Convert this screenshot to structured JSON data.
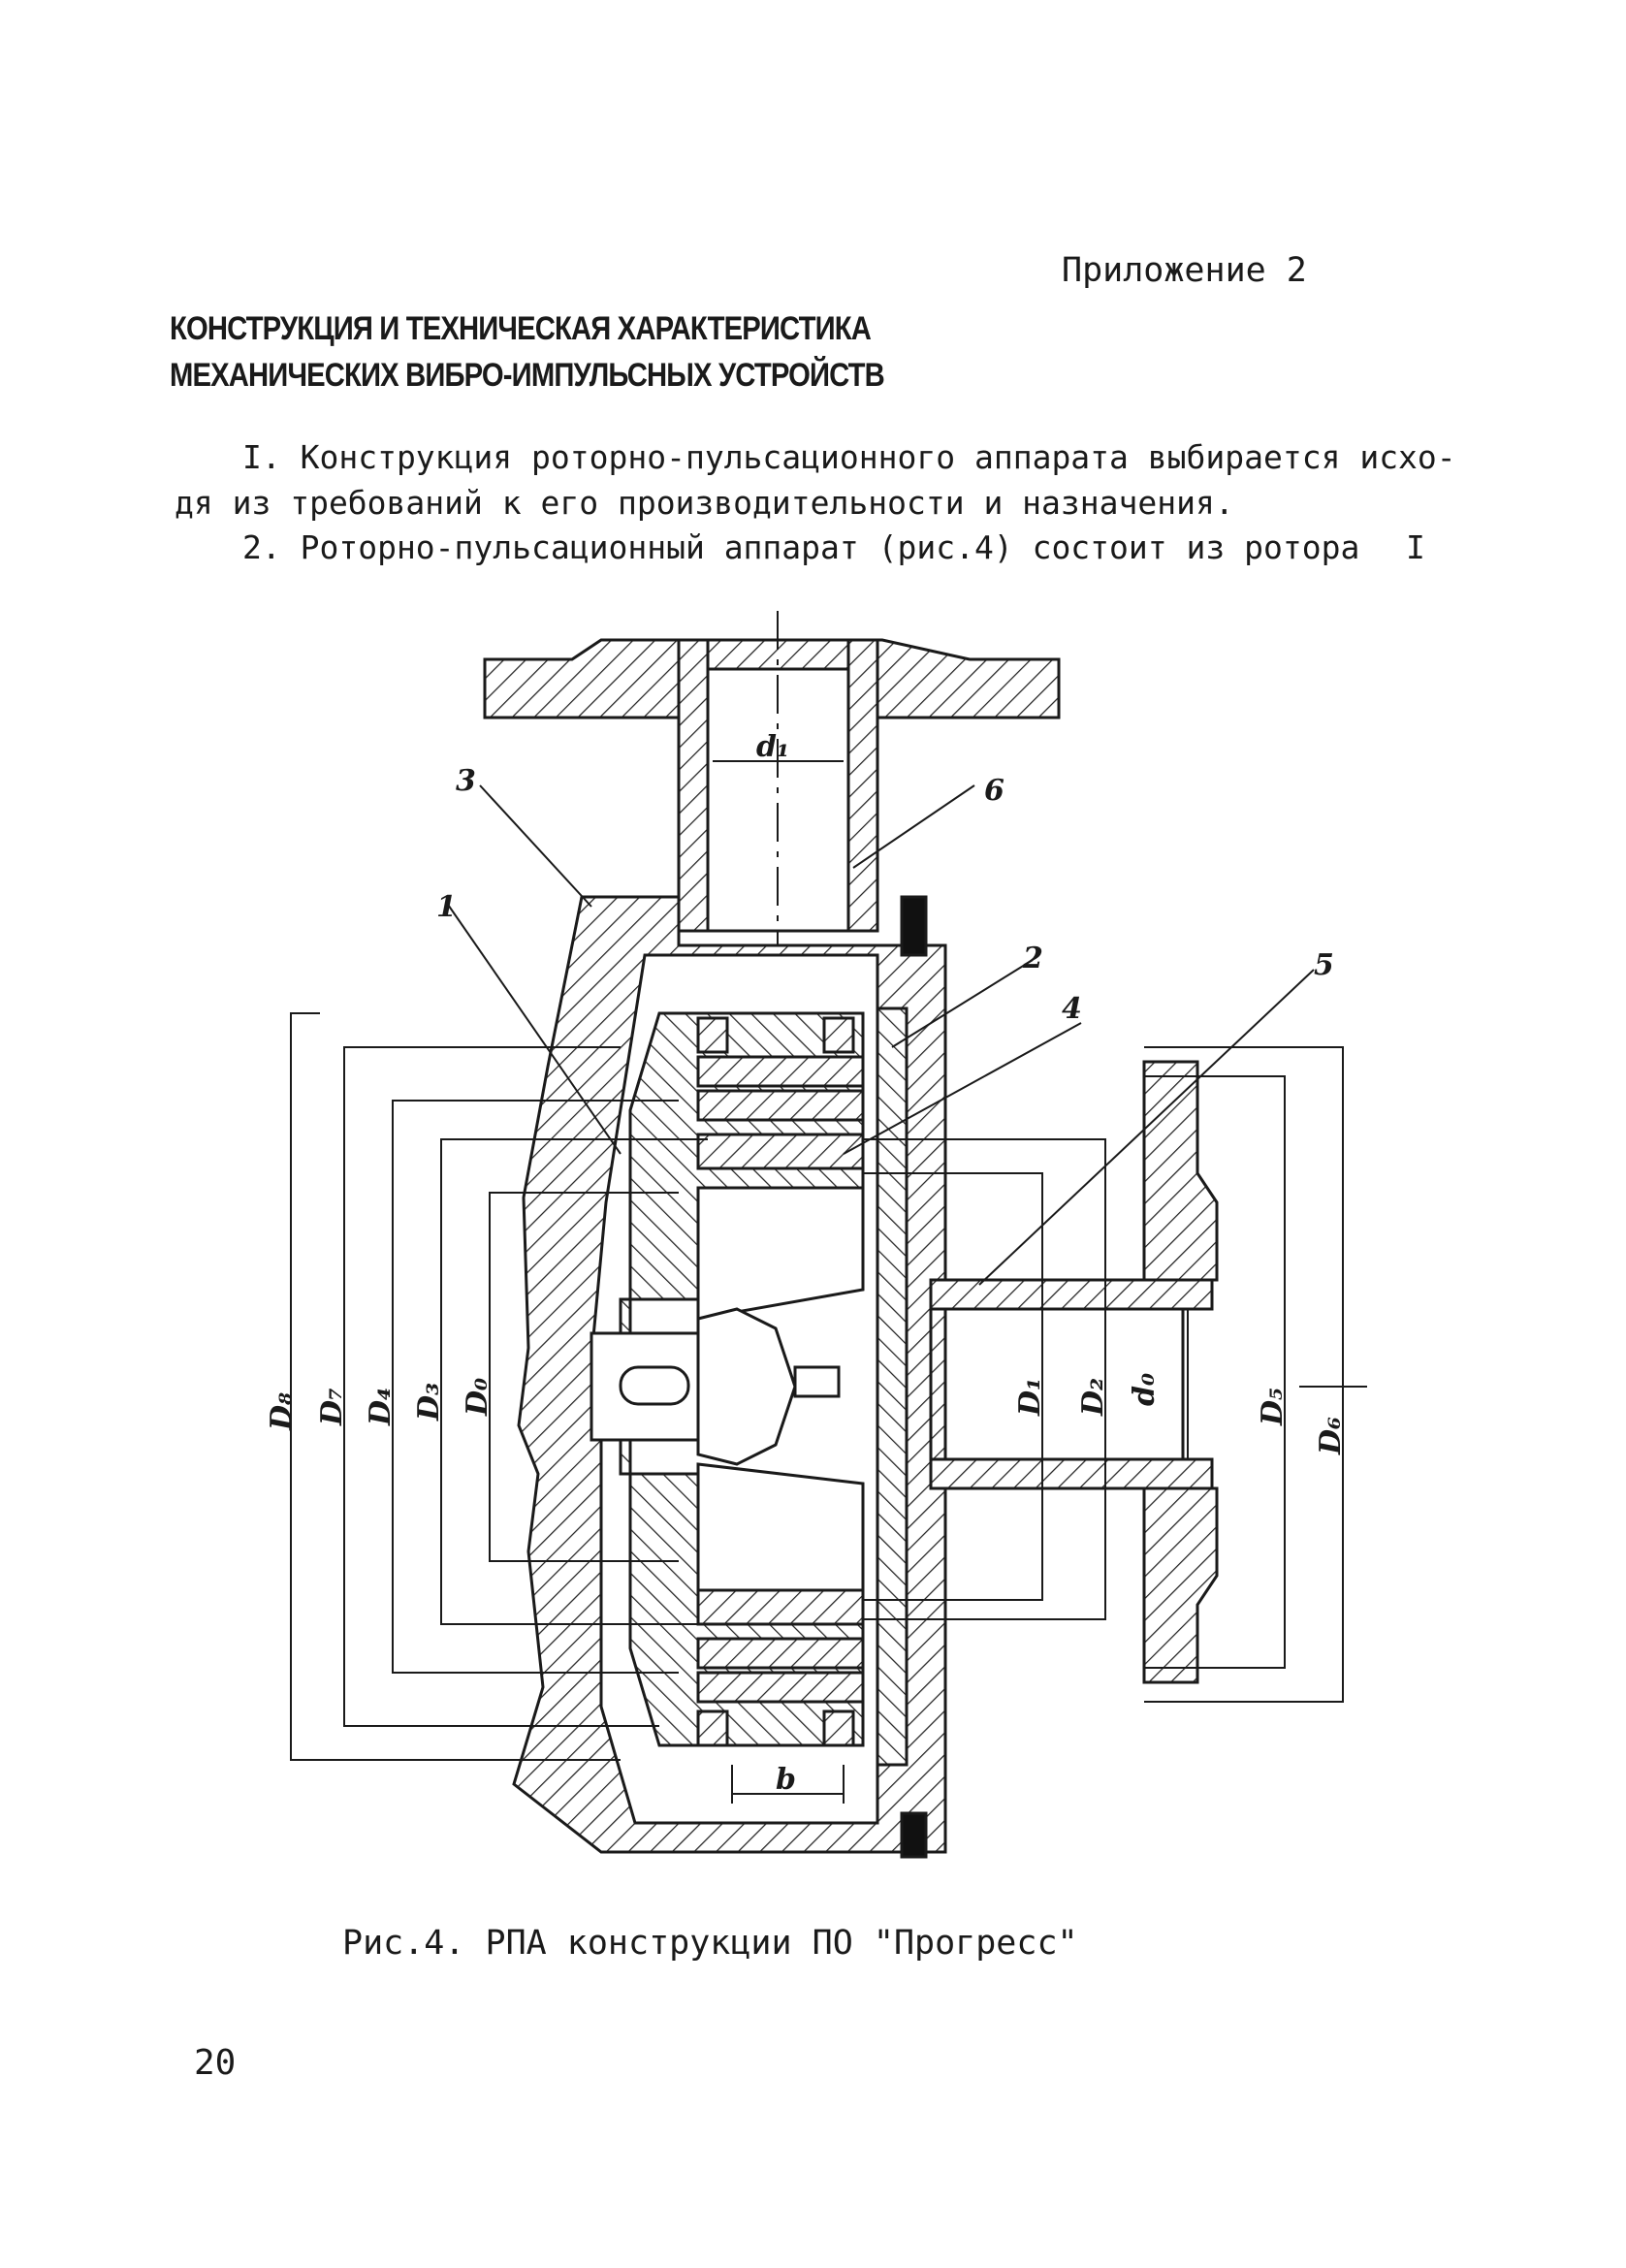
{
  "page": {
    "appendix": "Приложение 2",
    "title_line1": "КОНСТРУКЦИЯ И ТЕХНИЧЕСКАЯ ХАРАКТЕРИСТИКА",
    "title_line2": "МЕХАНИЧЕСКИХ ВИБРО-ИМПУЛЬСНЫХ УСТРОЙСТВ",
    "para1_line1": "I. Конструкция роторно-пульсационного аппарата выбирается исхо-",
    "para1_line2": "дя из требований к его производительности и назначения.",
    "para2_line1": "2. Роторно-пульсационный аппарат (рис.4) состоит из ротора",
    "para2_marker": "I",
    "caption": "Рис.4. РПА конструкции ПО \"Прогресс\"",
    "page_number": "20"
  },
  "figure": {
    "labels": {
      "d1": "d₁",
      "b": "b",
      "n1": "1",
      "n2": "2",
      "n3": "3",
      "n4": "4",
      "n5": "5",
      "n6": "6",
      "D8": "D₈",
      "D7": "D₇",
      "D4": "D₄",
      "D3": "D₃",
      "D0": "D₀",
      "D1": "D₁",
      "D2": "D₂",
      "d0": "d₀",
      "D5": "D₅",
      "D6": "D₆"
    }
  }
}
